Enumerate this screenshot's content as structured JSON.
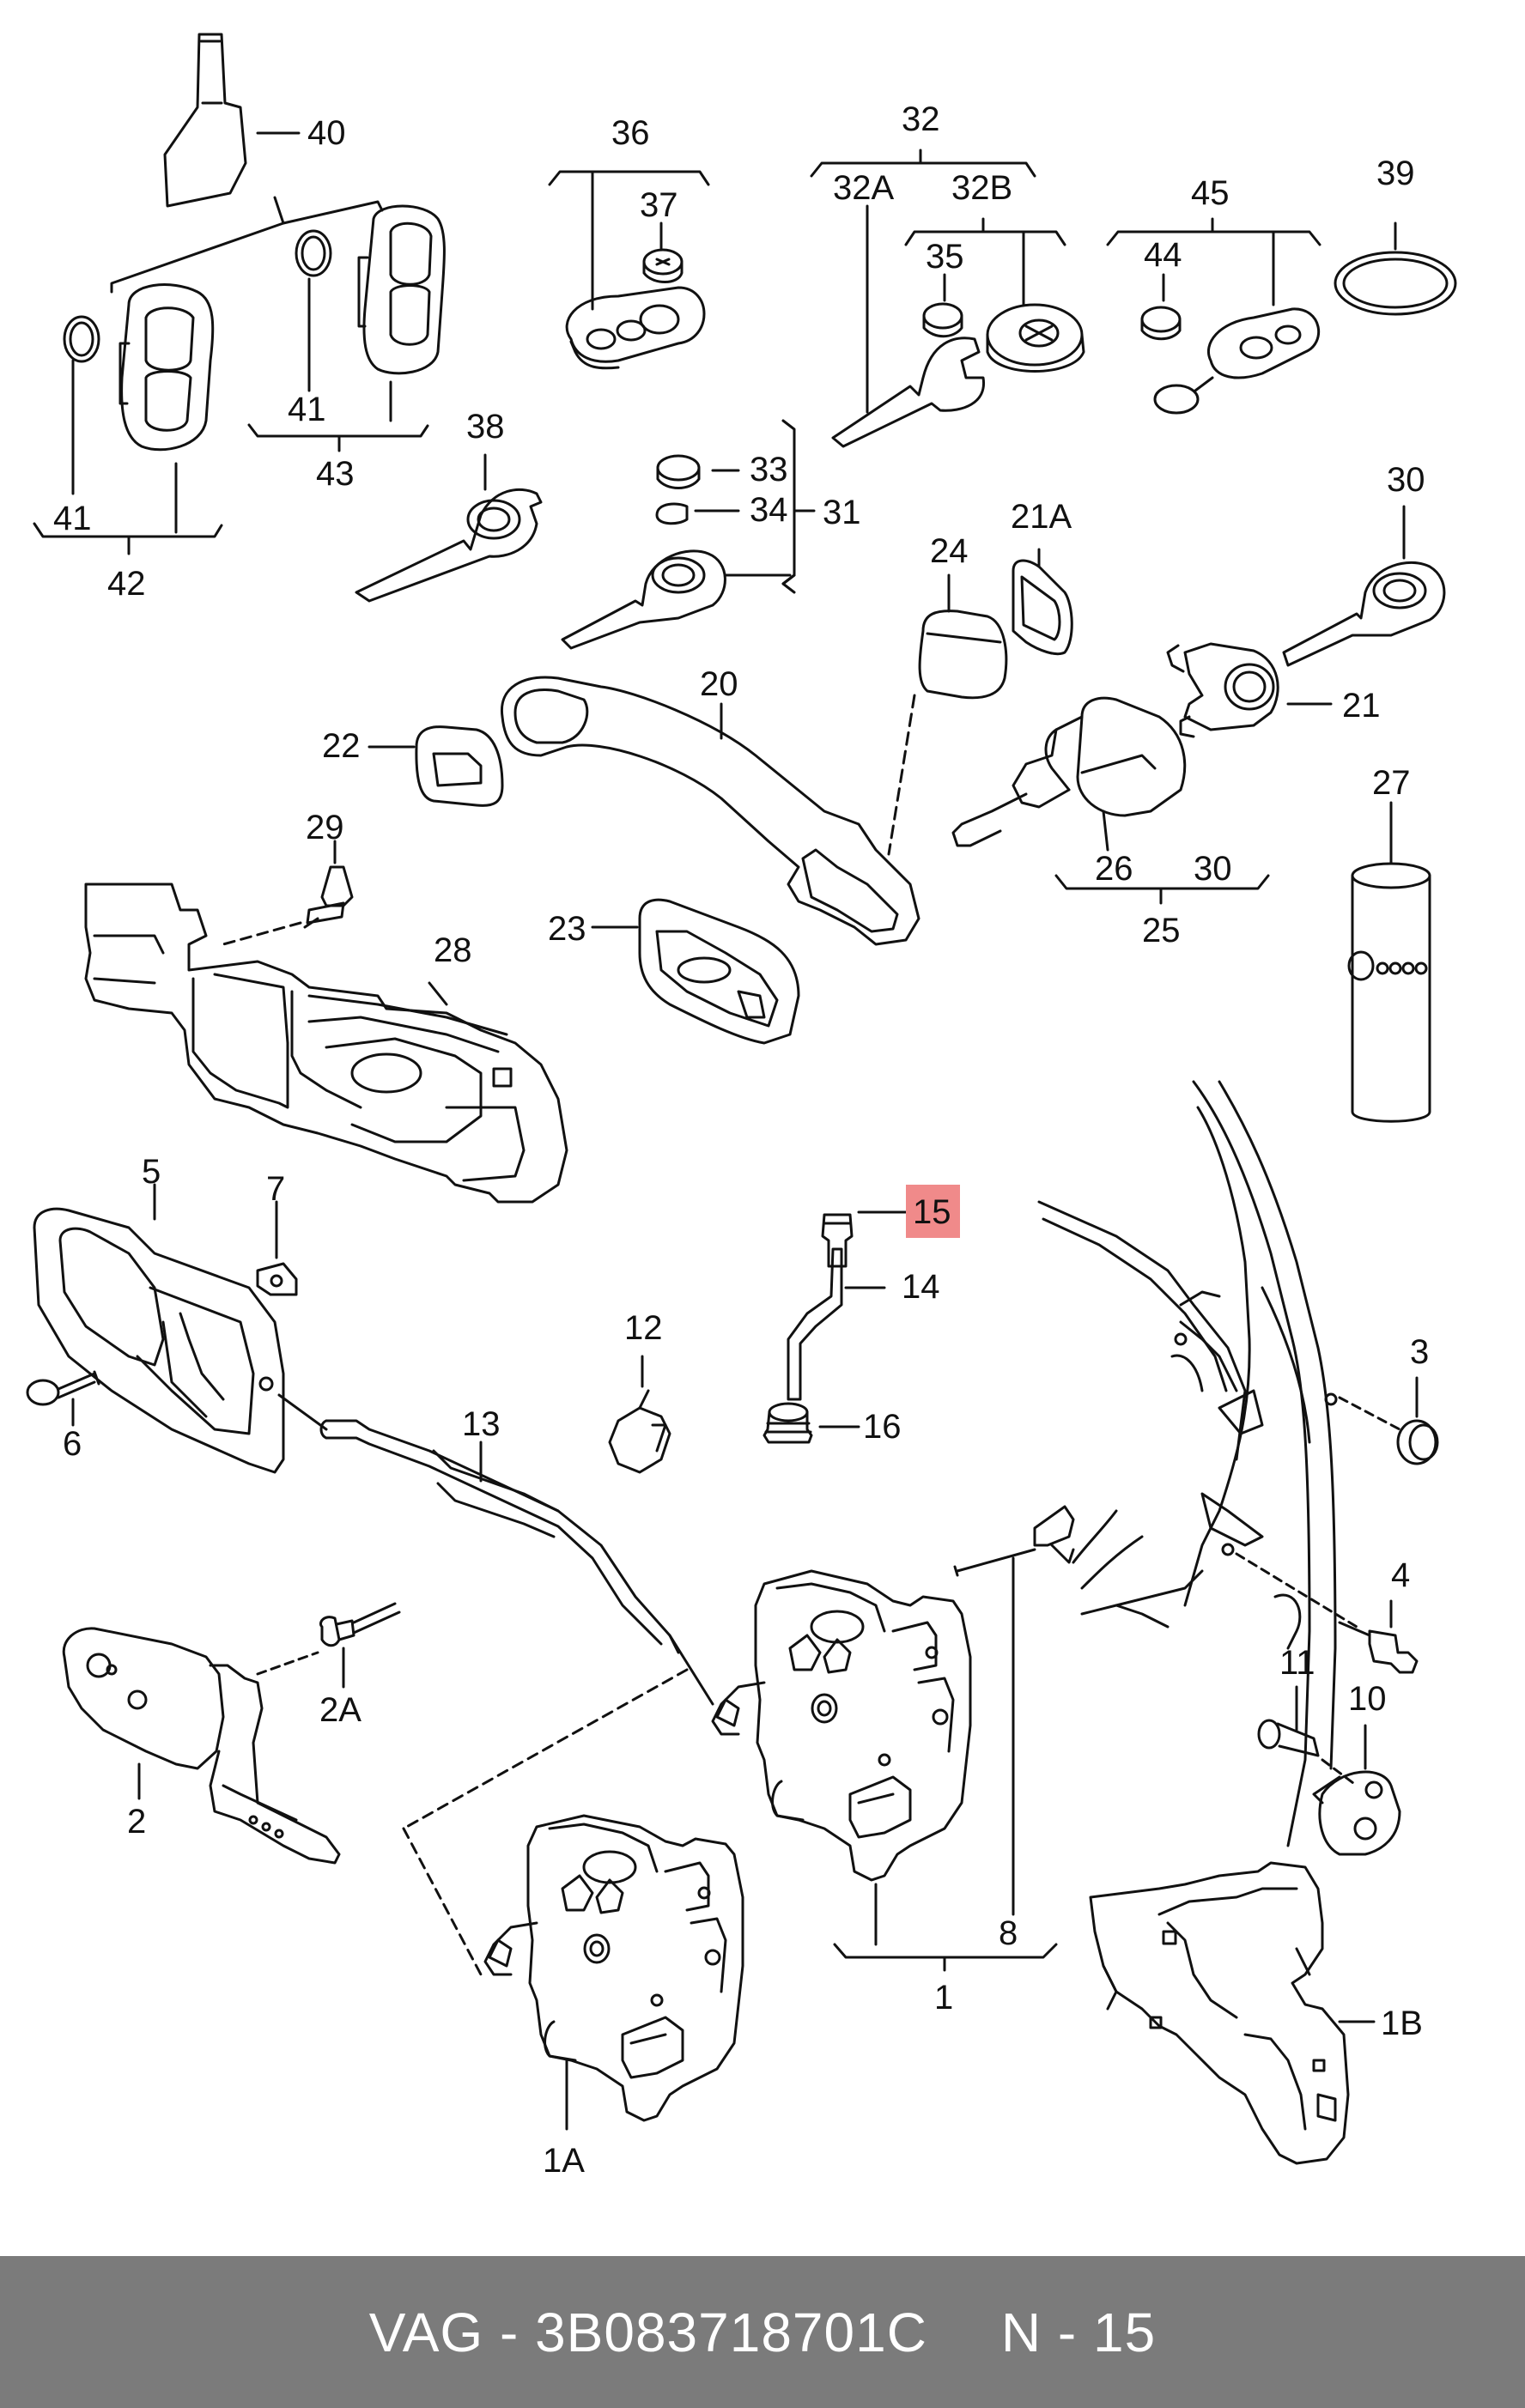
{
  "diagram": {
    "callouts": {
      "c40": "40",
      "c36": "36",
      "c32": "32",
      "c32a": "32A",
      "c32b": "32B",
      "c45": "45",
      "c39": "39",
      "c37": "37",
      "c35": "35",
      "c44": "44",
      "c41a": "41",
      "c43": "43",
      "c41b": "41",
      "c42": "42",
      "c38": "38",
      "c33": "33",
      "c34": "34",
      "c31": "31",
      "c24": "24",
      "c21a": "21A",
      "c30a": "30",
      "c20": "20",
      "c22": "22",
      "c21": "21",
      "c29": "29",
      "c27": "27",
      "c28": "28",
      "c23": "23",
      "c26": "26",
      "c30b": "30",
      "c25": "25",
      "c5": "5",
      "c7": "7",
      "c15": "15",
      "c14": "14",
      "c12": "12",
      "c13": "13",
      "c16": "16",
      "c3": "3",
      "c6": "6",
      "c4": "4",
      "c11": "11",
      "c10": "10",
      "c2a": "2A",
      "c2": "2",
      "c8": "8",
      "c1": "1",
      "c1b": "1B",
      "c1a": "1A"
    },
    "highlight_color": "#f08a8a",
    "line_color": "#111111"
  },
  "footer": {
    "brand": "VAG",
    "part_number": "3B083718701C",
    "ref": "N - 15"
  }
}
